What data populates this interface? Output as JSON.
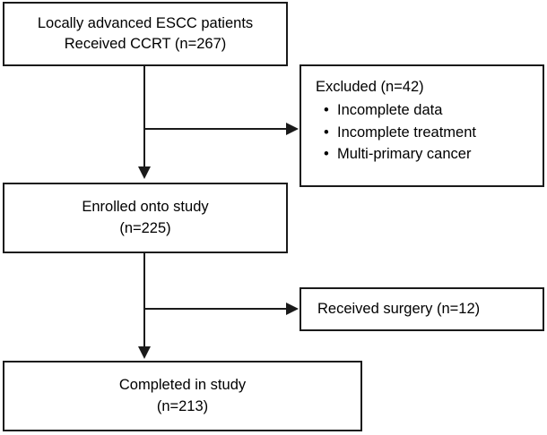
{
  "figure": {
    "type": "flowchart",
    "orientation": "top-to-bottom",
    "background_color": "#ffffff",
    "line_color": "#1a1a1a",
    "text_color": "#000000"
  },
  "nodes": {
    "cohort": {
      "line1": "Locally advanced ESCC patients",
      "line2": "Received CCRT (n=267)",
      "count": 267
    },
    "excluded": {
      "title": "Excluded (n=42)",
      "count": 42,
      "bullet_glyph": "•",
      "reasons": [
        "Incomplete data",
        "Incomplete treatment",
        "Multi-primary cancer"
      ]
    },
    "enrolled": {
      "line1": "Enrolled onto study",
      "line2": "(n=225)",
      "count": 225
    },
    "surgery": {
      "line1": "Received surgery (n=12)",
      "count": 12
    },
    "completed": {
      "line1": "Completed in study",
      "line2": "(n=213)",
      "count": 213
    }
  },
  "connectors": [
    {
      "name": "cohort-to-enrolled",
      "from": "cohort",
      "to": "enrolled",
      "direction": "down",
      "arrowhead": "solid-triangle"
    },
    {
      "name": "cohort-to-excluded",
      "from": "cohort",
      "to": "excluded",
      "direction": "right",
      "arrowhead": "solid-triangle"
    },
    {
      "name": "enrolled-to-completed",
      "from": "enrolled",
      "to": "completed",
      "direction": "down",
      "arrowhead": "solid-triangle"
    },
    {
      "name": "enrolled-to-surgery",
      "from": "enrolled",
      "to": "surgery",
      "direction": "right",
      "arrowhead": "solid-triangle"
    }
  ]
}
